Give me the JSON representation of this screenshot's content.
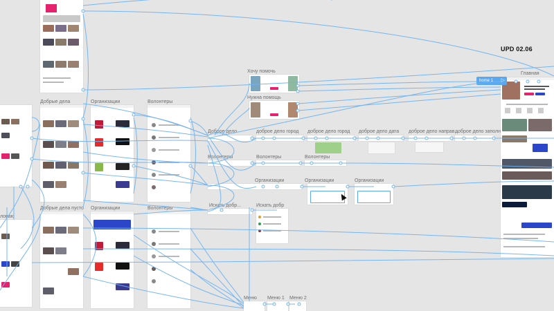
{
  "canvas": {
    "background": "#e5e5e5",
    "wire_color": "#6fb3f2",
    "accent_blue": "#2b46c8",
    "accent_magenta": "#e6226f"
  },
  "badge": {
    "text": "UPD 02.06"
  },
  "flow_start": {
    "label": "home 1",
    "icon": "play-arrow-icon"
  },
  "frame_labels": {
    "help": "Хочу помочь",
    "need_help": "Нужна помощь",
    "main": "Главная",
    "good_deeds_1": "Добрые дела",
    "orgs_1": "Организации",
    "volunteers_1": "Волонтеры",
    "good_deeds_empty": "Добрые дела пусто",
    "orgs_2": "Организации",
    "volunteers_2": "Волонтеры",
    "deed": "Доброе дело",
    "deed_city": "доброе дело город",
    "deed_city_2": "доброе дело город",
    "deed_date": "доброе дело дата",
    "deed_direction": "доброе дело направ...",
    "deed_fill": "доброе дело заполн...",
    "volunteers_3": "Волонтеры",
    "volunteers_4": "Волонтеры",
    "volunteers_5": "Волонтеры",
    "orgs_3": "Организации",
    "orgs_4": "Организации",
    "orgs_5": "Организации",
    "search_deed": "Искать добр...",
    "search_deed_2": "Искать добр",
    "menu": "Меню",
    "menu_1": "Меню 1",
    "menu_2": "Меню 2",
    "fragment": "ловаю"
  }
}
